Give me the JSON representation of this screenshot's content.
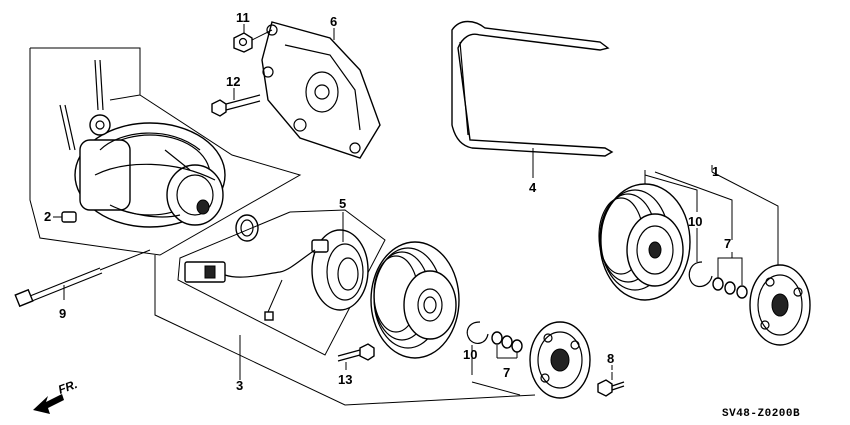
{
  "diagram": {
    "code": "SV48-Z0200B",
    "direction_label": "FR.",
    "callouts": {
      "c1": "1",
      "c2": "2",
      "c3": "3",
      "c4": "4",
      "c5": "5",
      "c6": "6",
      "c7a": "7",
      "c7b": "7",
      "c8": "8",
      "c9": "9",
      "c10a": "10",
      "c10b": "10",
      "c11": "11",
      "c12": "12",
      "c13": "13"
    }
  },
  "icons": {
    "front_arrow": "front-direction-arrow-icon"
  }
}
